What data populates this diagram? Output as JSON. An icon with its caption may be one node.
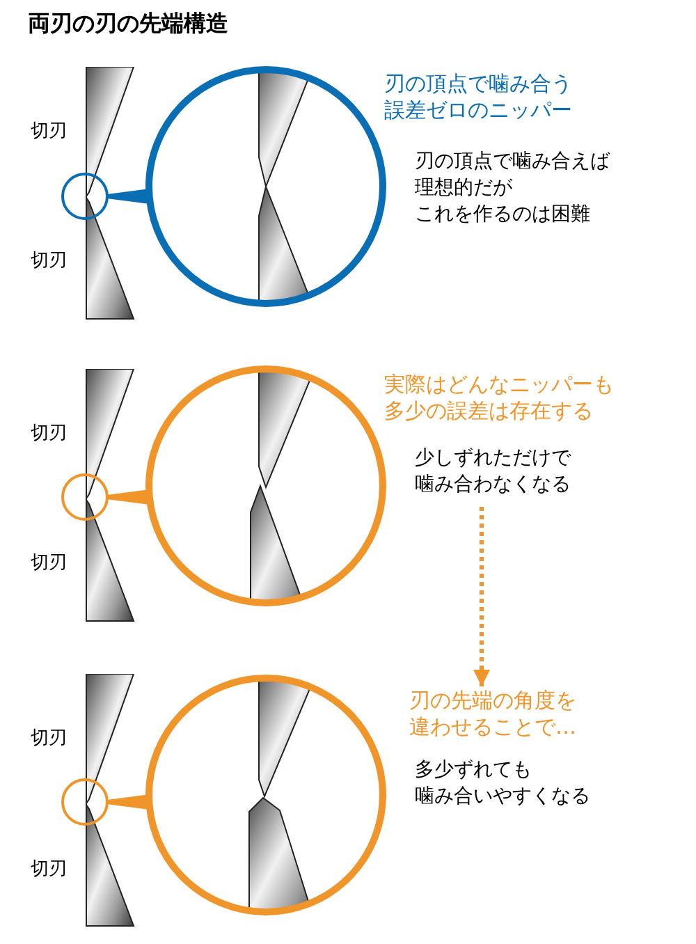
{
  "diagram": {
    "title": "両刃の刃の先端構造",
    "nodes": [
      {
        "text": [],
        "shape": "circle"
      },
      {
        "text": [],
        "shape": "circle"
      },
      {
        "text": [],
        "shape": "circle"
      },
      {
        "text": [],
        "shape": "circle"
      },
      {
        "text": [
          "少しずれただけで噛み合わなくなる"
        ]
      },
      {
        "text": [
          "刃の先端の角度を違わせることで…"
        ]
      },
      {
        "text": [],
        "shape": "circle"
      },
      {
        "text": [],
        "shape": "circle"
      }
    ],
    "edges": [
      {
        "from": 0,
        "to": 1,
        "arrow": "none",
        "color": "#0a6eb4"
      },
      {
        "from": 2,
        "to": 3,
        "arrow": "none"
      },
      {
        "from": 4,
        "to": 5,
        "arrow": "to",
        "style": "dashed"
      },
      {
        "from": 6,
        "to": 7,
        "arrow": "none"
      }
    ],
    "labels": [
      "刃の頂点で噛み合う誤差ゼロのニッパー",
      "切刃",
      "刃の頂点で噛み合えば理想的だがこれを作るのは困難",
      "切刃",
      "実際はどんなニッパーも多少の誤差は存在する",
      "切刃",
      "切刃",
      "切刃",
      "多少ずれても噛み合いやすくなる",
      "切刃"
    ]
  }
}
